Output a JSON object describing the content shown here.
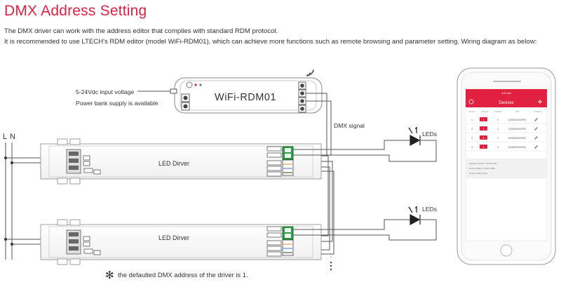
{
  "title": "DMX Address Setting",
  "description": [
    "The DMX driver can work with the address editor that complies with standard RDM protocol.",
    "It is recommended to use LTECH's RDM editor (model WiFi-RDM01), which can achieve more functions such as remote browsing and parameter setting. Wiring diagram as below:"
  ],
  "colors": {
    "accent": "#e0213f",
    "wire": "#555555",
    "driver_stroke": "#888888",
    "terminal_green": "#2e9b4f"
  },
  "rdm_device": {
    "name": "WiFi-RDM01",
    "input_note": [
      "5-24Vdc input voltage",
      "Power bank supply is available"
    ]
  },
  "mains": {
    "L": "L",
    "N": "N"
  },
  "dmx_signal_label": "DMX signal",
  "drivers": [
    {
      "label": "LED Dirver",
      "led_label": "LEDs"
    },
    {
      "label": "LED Dirver",
      "led_label": "LEDs"
    }
  ],
  "footnote": {
    "symbol": "✻",
    "text": "the defaulted DMX address of the driver is 1."
  },
  "phone": {
    "status_time": "9:41 AM",
    "header_title": "Devices",
    "plus_icon": "plus-icon",
    "columns": [
      "Device",
      "Address",
      "Channel",
      "UID",
      "Property"
    ],
    "rows": [
      {
        "no": "1",
        "addr": "1",
        "ch": "2",
        "uid": "02000000000FA"
      },
      {
        "no": "2",
        "addr": "1",
        "ch": "2",
        "uid": "02000000000FA"
      },
      {
        "no": "3",
        "addr": "1",
        "ch": "1",
        "uid": "02000000000FA"
      },
      {
        "no": "4",
        "addr": "1",
        "ch": "2",
        "uid": "02000000000FA"
      }
    ],
    "info_lines": [
      "Software Version: V2.00 01.08",
      "Device Model: LT-DMX-1809",
      "Product: DMX Driver"
    ]
  }
}
